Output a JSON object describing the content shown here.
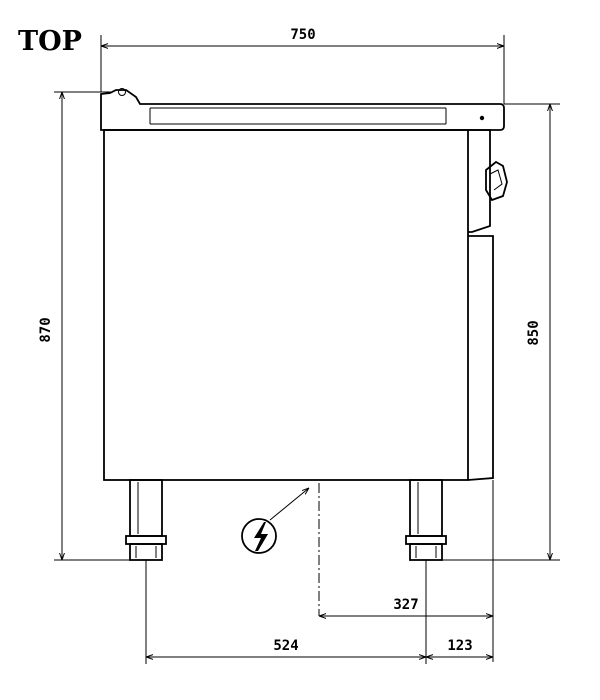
{
  "view_label": "TOP",
  "dimensions": {
    "overall_width": "750",
    "height_top": "870",
    "height_worktop": "850",
    "connection_offset": "327",
    "leg_spacing": "524",
    "leg_offset": "123"
  },
  "icons": {
    "electrical_connection": "lightning-bolt-icon"
  }
}
